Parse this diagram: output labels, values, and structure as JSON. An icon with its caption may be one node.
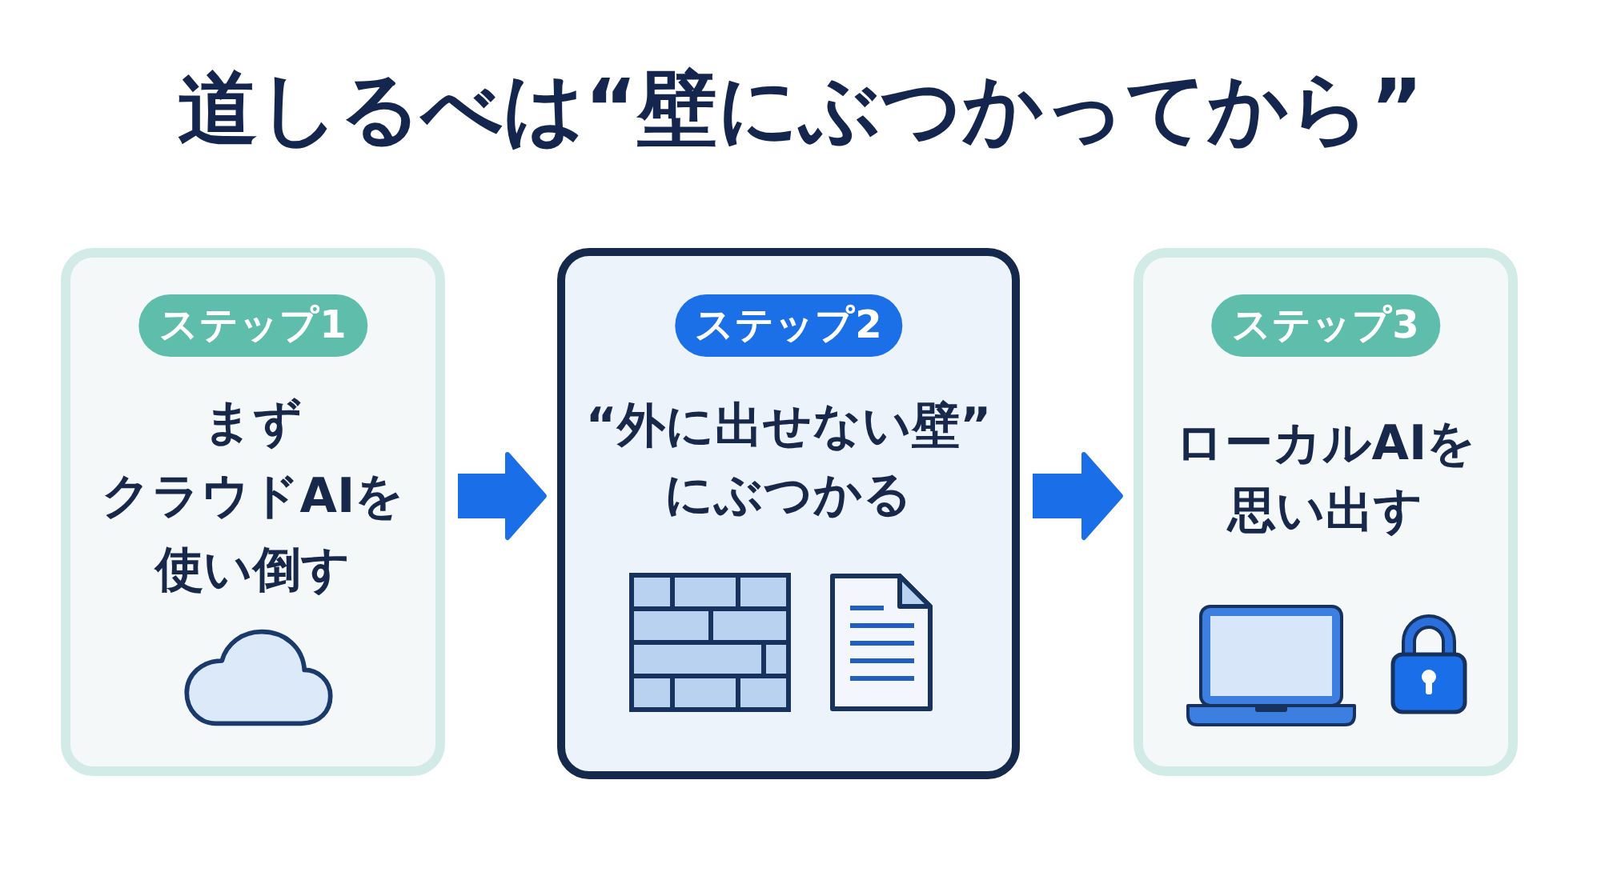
{
  "diagram": {
    "title": "道しるべは“壁にぶつかってから”",
    "nodes": [
      {
        "text": [
          "まずクラウドAIを使い倒す"
        ]
      },
      {
        "text": [
          "ステップ1"
        ],
        "in": 0
      },
      {
        "text": [
          "“外に出せない壁”にぶつかる"
        ]
      },
      {
        "text": [
          "ステップ2"
        ],
        "in": 2
      },
      {
        "text": [
          "ローカルAIを思い出す"
        ]
      },
      {
        "text": [
          "ステップ3"
        ],
        "in": 4
      }
    ],
    "edges": [
      {
        "from": 0,
        "to": 2,
        "arrow": "to"
      },
      {
        "from": 2,
        "to": 4,
        "arrow": "to"
      }
    ]
  }
}
